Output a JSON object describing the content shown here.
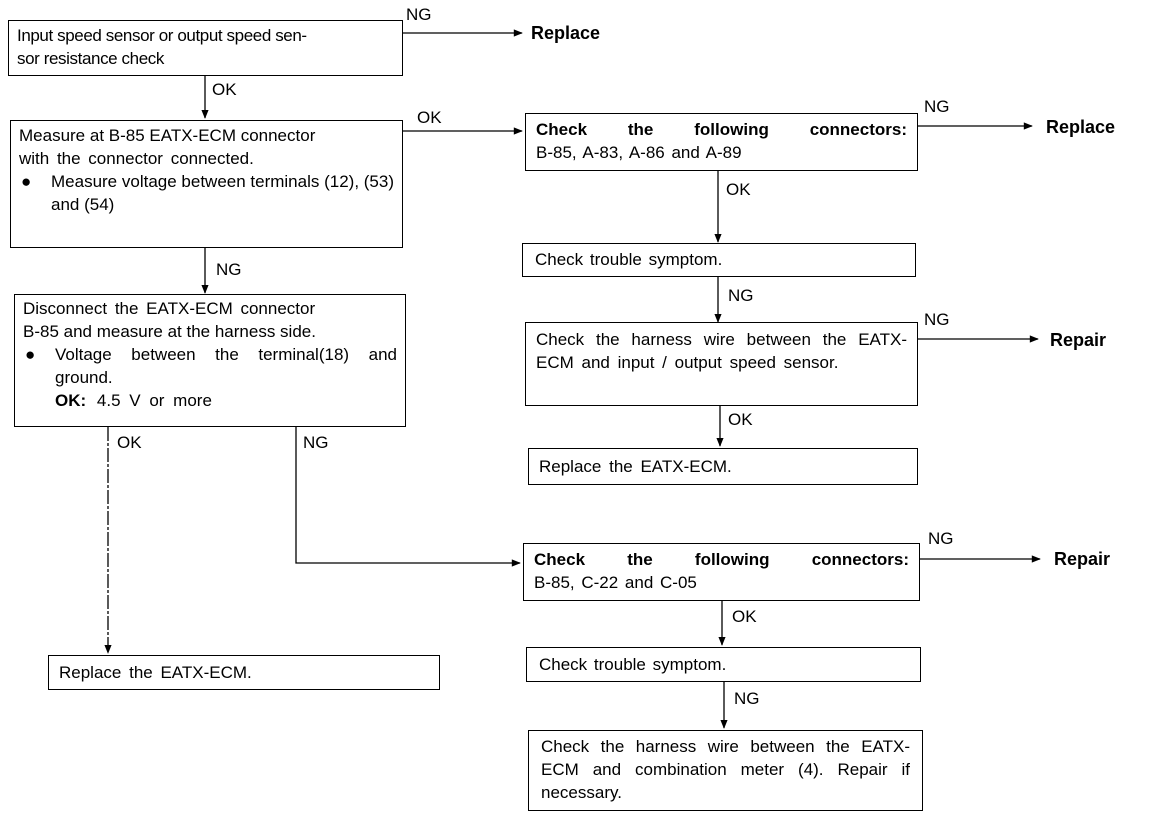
{
  "diagram": {
    "type": "troubleshooting-flowchart",
    "nodes": {
      "n1": {
        "text": "Input speed sensor or output speed sensor resistance check",
        "line1": "Input speed sensor or output speed sen-",
        "line2": "sor resistance check"
      },
      "n2": {
        "line1": "Measure at B-85 EATX-ECM connector",
        "line2": "with the connector connected.",
        "bullet": "●",
        "bullet_text": "Measure voltage between terminals (12), (53) and (54)"
      },
      "n3": {
        "line1": "Disconnect the EATX-ECM connector",
        "line2": "B-85 and measure at the harness side.",
        "bullet": "●",
        "bullet_text": "Voltage between the terminal(18) and ground.",
        "ok_label": "OK:",
        "ok_value": "4.5 V or more"
      },
      "n4": {
        "heading_words": [
          "Check",
          "the",
          "following",
          "connectors:"
        ],
        "line2": "B-85, A-83, A-86 and A-89"
      },
      "n5": {
        "text": "Check trouble symptom."
      },
      "n6": {
        "text": "Check the harness wire between the EATX-ECM and input / output speed sensor."
      },
      "n7": {
        "text": "Replace the EATX-ECM."
      },
      "n8": {
        "text": "Replace the EATX-ECM."
      },
      "n9": {
        "heading_words": [
          "Check",
          "the",
          "following",
          "connectors:"
        ],
        "line2": "B-85, C-22 and C-05"
      },
      "n10": {
        "text": "Check trouble symptom."
      },
      "n11": {
        "text": "Check the harness wire between the EATX-ECM and combination meter (4). Repair if necessary."
      }
    },
    "outcomes": {
      "o1": "Replace",
      "o2": "Replace",
      "o3": "Repair",
      "o4": "Repair"
    },
    "edge_labels": {
      "n1_ng": "NG",
      "n1_ok": "OK",
      "n2_ok": "OK",
      "n2_ng": "NG",
      "n4_ng": "NG",
      "n4_ok": "OK",
      "n5_ng": "NG",
      "n6_ng": "NG",
      "n6_ok": "OK",
      "n3_ok": "OK",
      "n3_ng": "NG",
      "n9_ng": "NG",
      "n9_ok": "OK",
      "n10_ng": "NG"
    },
    "edges": [
      {
        "from": "n1",
        "to": "o1",
        "label": "NG"
      },
      {
        "from": "n1",
        "to": "n2",
        "label": "OK"
      },
      {
        "from": "n2",
        "to": "n4",
        "label": "OK"
      },
      {
        "from": "n2",
        "to": "n3",
        "label": "NG"
      },
      {
        "from": "n4",
        "to": "o2",
        "label": "NG"
      },
      {
        "from": "n4",
        "to": "n5",
        "label": "OK"
      },
      {
        "from": "n5",
        "to": "n6",
        "label": "NG"
      },
      {
        "from": "n6",
        "to": "o3",
        "label": "NG"
      },
      {
        "from": "n6",
        "to": "n7",
        "label": "OK"
      },
      {
        "from": "n3",
        "to": "n8",
        "label": "OK"
      },
      {
        "from": "n3",
        "to": "n9",
        "label": "NG"
      },
      {
        "from": "n9",
        "to": "o4",
        "label": "NG"
      },
      {
        "from": "n9",
        "to": "n10",
        "label": "OK"
      },
      {
        "from": "n10",
        "to": "n11",
        "label": "NG"
      }
    ]
  }
}
